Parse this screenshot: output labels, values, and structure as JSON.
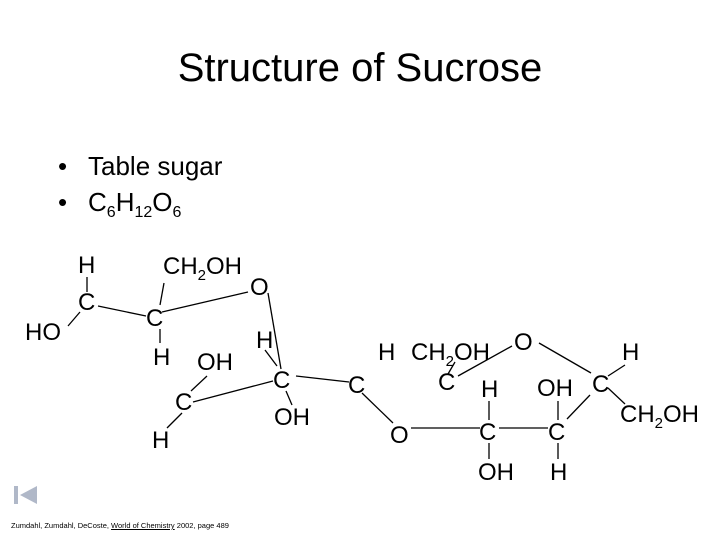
{
  "slide": {
    "title": "Structure of Sucrose",
    "bullets": {
      "first": "Table sugar",
      "formula": {
        "c": "C",
        "c_n": "6",
        "h": "H",
        "h_n": "12",
        "o": "O",
        "o_n": "6"
      }
    }
  },
  "structure": {
    "atoms": {
      "h_top_left": "H",
      "c1": "C",
      "ho_left": "HO",
      "ch2oh_top_main": "CH",
      "ch2oh_top_sub": "2",
      "ch2oh_top_tail": "OH",
      "o_ring1": "O",
      "c2": "C",
      "h_mid": "H",
      "oh_mid": "OH",
      "c3": "C",
      "h_bottom_left": "H",
      "h_c4": "H",
      "c4": "C",
      "oh_c4": "OH",
      "c5": "C",
      "o_bridge": "O",
      "h_c6": "H",
      "ch2oh_mid_main": "CH",
      "ch2oh_mid_sub": "2",
      "ch2oh_mid_tail": "OH",
      "c6": "C",
      "o_ring2": "O",
      "h_c7": "H",
      "c7": "C",
      "oh_c7": "OH",
      "oh_c8": "OH",
      "c8": "C",
      "h_c8": "H",
      "h_top_right": "H",
      "c9": "C",
      "ch2oh_right_main": "CH",
      "ch2oh_right_sub": "2",
      "ch2oh_right_tail": "OH"
    }
  },
  "citation": {
    "authors": "Zumdahl, Zumdahl, DeCoste, ",
    "book": "World of Chemistry",
    "details": " 2002, page 489"
  },
  "icons": {
    "nav_back": "skip-back-icon",
    "nav_color": "#b0b8c8"
  }
}
